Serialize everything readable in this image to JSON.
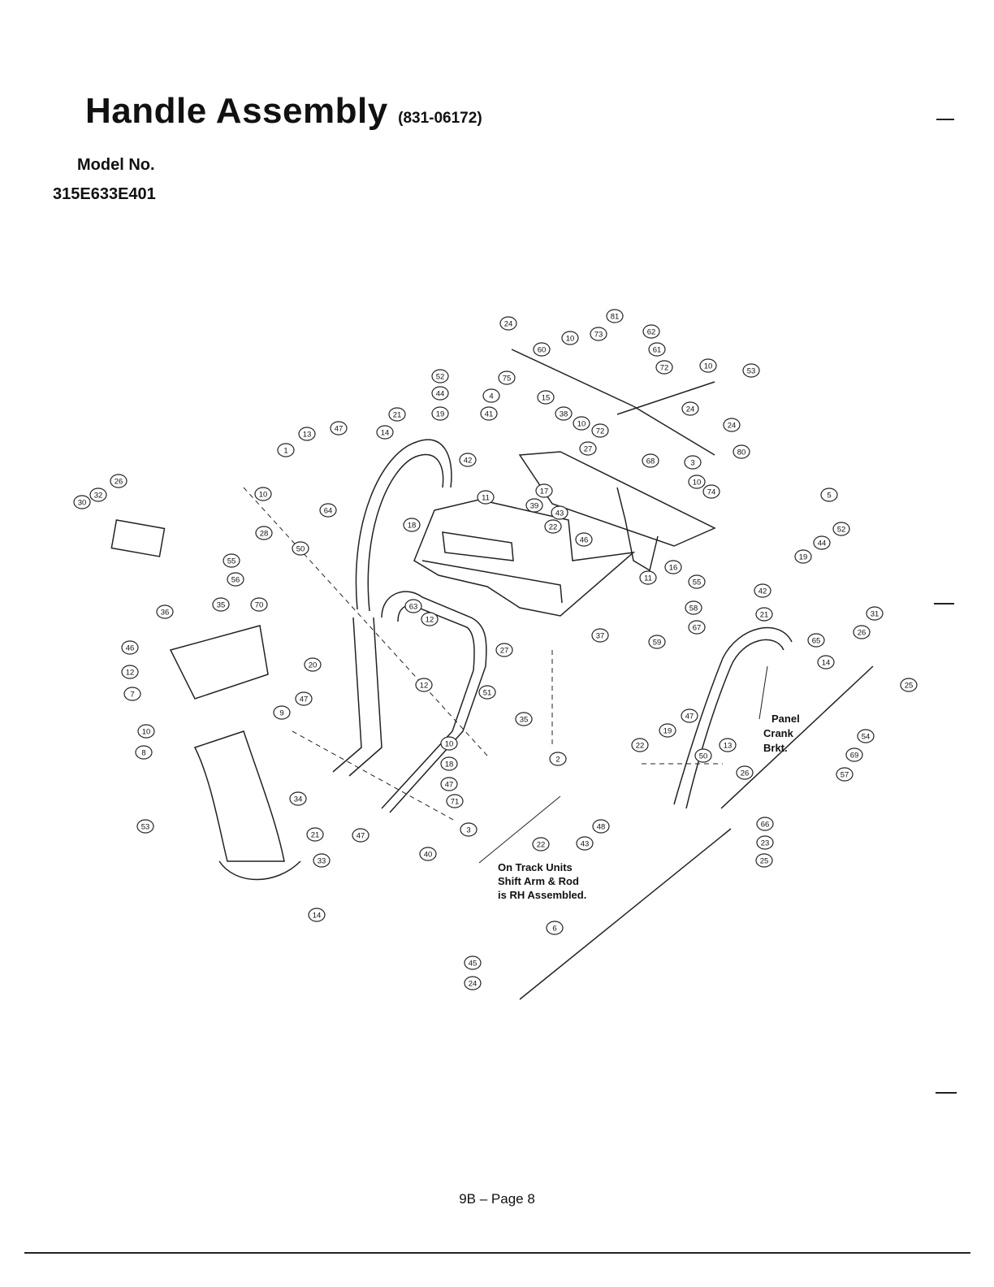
{
  "header": {
    "title": "Handle Assembly",
    "part_number": "(831-06172)",
    "model_label": "Model No.",
    "model_number": "315E633E401"
  },
  "notes": {
    "track_units": [
      "On Track Units",
      "Shift Arm & Rod",
      "is RH Assembled."
    ],
    "bracket": [
      "Panel",
      "Crank",
      "Brkt."
    ]
  },
  "footer": {
    "page": "9B – Page 8"
  },
  "callouts": [
    "24",
    "10",
    "73",
    "81",
    "62",
    "61",
    "60",
    "72",
    "10",
    "53",
    "52",
    "44",
    "19",
    "42",
    "4",
    "41",
    "75",
    "15",
    "38",
    "10",
    "72",
    "24",
    "24",
    "80",
    "27",
    "68",
    "3",
    "10",
    "74",
    "21",
    "14",
    "13",
    "47",
    "1",
    "26",
    "32",
    "30",
    "10",
    "64",
    "18",
    "11",
    "17",
    "39",
    "43",
    "22",
    "46",
    "5",
    "52",
    "44",
    "19",
    "42",
    "28",
    "50",
    "55",
    "56",
    "36",
    "35",
    "70",
    "20",
    "16",
    "55",
    "11",
    "58",
    "67",
    "63",
    "12",
    "12",
    "27",
    "51",
    "37",
    "46",
    "12",
    "7",
    "47",
    "9",
    "10",
    "8",
    "34",
    "53",
    "21",
    "33",
    "14",
    "47",
    "40",
    "10",
    "18",
    "47",
    "71",
    "35",
    "2",
    "22",
    "43",
    "48",
    "3",
    "59",
    "21",
    "31",
    "26",
    "65",
    "14",
    "25",
    "22",
    "19",
    "47",
    "13",
    "50",
    "26",
    "54",
    "69",
    "57",
    "66",
    "23",
    "25",
    "6",
    "45",
    "24"
  ]
}
